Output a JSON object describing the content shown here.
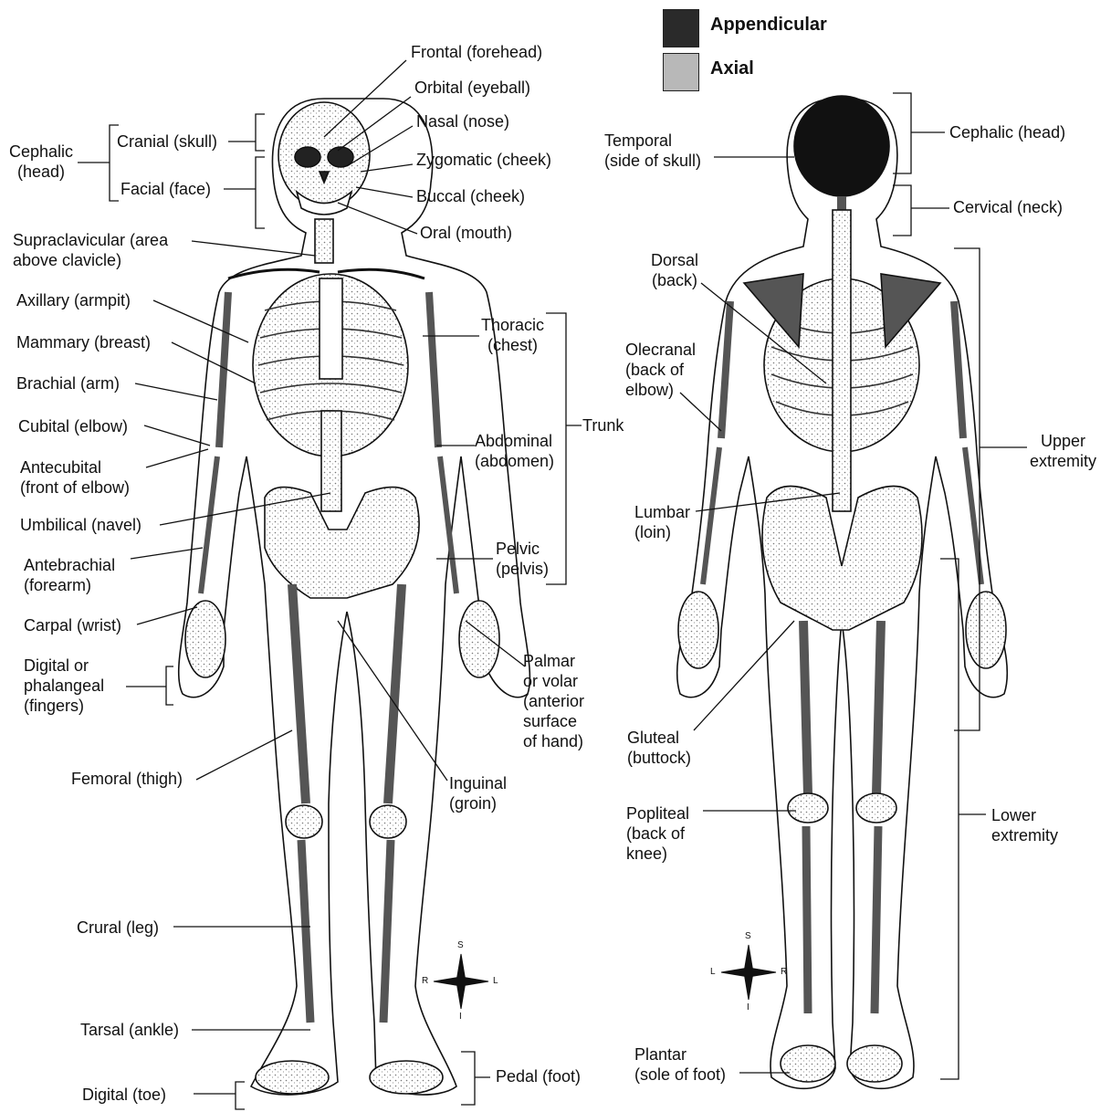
{
  "legend": {
    "appendicular": {
      "label": "Appendicular",
      "color": "#2a2a2a"
    },
    "axial": {
      "label": "Axial",
      "color": "#b8b8b8"
    }
  },
  "anterior_labels": {
    "frontal": "Frontal (forehead)",
    "orbital": "Orbital (eyeball)",
    "nasal": "Nasal (nose)",
    "zygomatic": "Zygomatic (cheek)",
    "buccal": "Buccal (cheek)",
    "oral": "Oral (mouth)",
    "cephalic": "Cephalic\n(head)",
    "cranial": "Cranial (skull)",
    "facial": "Facial (face)",
    "supraclavicular": "Supraclavicular (area\nabove clavicle)",
    "axillary": "Axillary (armpit)",
    "mammary": "Mammary (breast)",
    "brachial": "Brachial (arm)",
    "cubital": "Cubital (elbow)",
    "antecubital": "Antecubital\n(front of elbow)",
    "umbilical": "Umbilical (navel)",
    "antebrachial": "Antebrachial\n(forearm)",
    "carpal": "Carpal (wrist)",
    "digital_fingers": "Digital or\nphalangeal\n(fingers)",
    "femoral": "Femoral (thigh)",
    "crural": "Crural (leg)",
    "tarsal": "Tarsal (ankle)",
    "digital_toe": "Digital (toe)",
    "thoracic": "Thoracic\n(chest)",
    "trunk": "Trunk",
    "abdominal": "Abdominal\n(abdomen)",
    "pelvic": "Pelvic\n(pelvis)",
    "palmar": "Palmar\nor volar\n(anterior\nsurface\nof hand)",
    "inguinal": "Inguinal\n(groin)",
    "pedal": "Pedal (foot)"
  },
  "posterior_labels": {
    "temporal": "Temporal\n(side of skull)",
    "cephalic_head": "Cephalic (head)",
    "cervical": "Cervical (neck)",
    "dorsal": "Dorsal\n(back)",
    "olecranal": "Olecranal\n(back of\nelbow)",
    "upper_extremity": "Upper\nextremity",
    "lumbar": "Lumbar\n(loin)",
    "gluteal": "Gluteal\n(buttock)",
    "popliteal": "Popliteal\n(back of\nknee)",
    "lower_extremity": "Lower\nextremity",
    "plantar": "Plantar\n(sole of foot)"
  },
  "compass_front": {
    "s": "S",
    "i": "I",
    "r": "R",
    "l": "L"
  },
  "compass_back": {
    "s": "S",
    "i": "I",
    "l": "L",
    "r": "R"
  }
}
